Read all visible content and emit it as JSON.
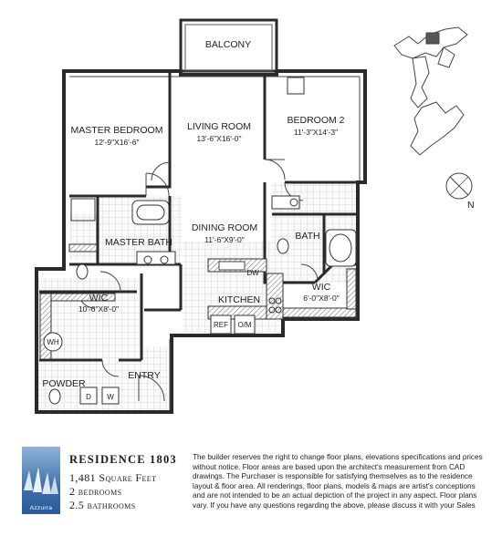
{
  "rooms": {
    "balcony": "BALCONY",
    "master_bedroom": {
      "name": "MASTER BEDROOM",
      "dims": "12'-9\"X16'-6\""
    },
    "living_room": {
      "name": "LIVING ROOM",
      "dims": "13'-6\"X16'-0\""
    },
    "bedroom2": {
      "name": "BEDROOM 2",
      "dims": "11'-3\"X14'-3\""
    },
    "dining_room": {
      "name": "DINING ROOM",
      "dims": "11'-6\"X9'-0\""
    },
    "master_bath": "MASTER BATH",
    "bath": "BATH",
    "kitchen": "KITCHEN",
    "wic1": {
      "name": "WIC",
      "dims": "10'-6\"X8'-0\""
    },
    "wic2": {
      "name": "WIC",
      "dims": "6'-0\"X8'-0\""
    },
    "powder": "POWDER",
    "entry": "ENTRY"
  },
  "fixtures": {
    "dw": "DW",
    "ref": "REF",
    "om": "O/M",
    "wh": "WH",
    "dryer": "D",
    "washer": "W"
  },
  "compass": {
    "north": "N"
  },
  "logo": {
    "brand": "Azzurra",
    "colors": {
      "top": "#8fb4d9",
      "bottom": "#2a5a99"
    }
  },
  "unit": {
    "title": "RESIDENCE 1803",
    "square_feet": "1,481 Square Feet",
    "bedrooms": "2 bedrooms",
    "bathrooms": "2.5 bathrooms"
  },
  "disclaimer": "The builder reserves the right to change floor plans, elevations specifications and prices without notice. Floor areas are based upon the architect's measurement from CAD drawings. The Purchaser is responsible for satisfying themselves as to the residence layout & floor area. All renderings, floor plans, models & maps are artist's conceptions and are not intended to be an actual depiction of the project in any aspect. Floor plans vary. If you have any questions regarding the above, please discuss it with your Sales"
}
